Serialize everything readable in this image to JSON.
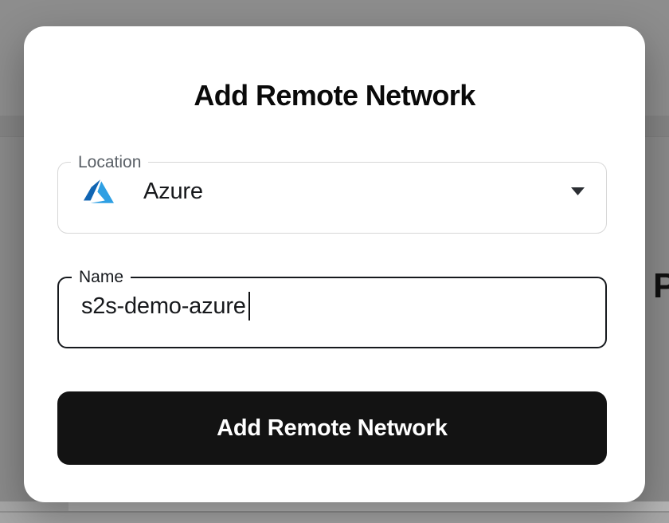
{
  "backdrop": {
    "partial_letter": "P"
  },
  "modal": {
    "title": "Add Remote Network",
    "location_field": {
      "label": "Location",
      "value": "Azure",
      "icon": "azure-icon"
    },
    "name_field": {
      "label": "Name",
      "value": "s2s-demo-azure"
    },
    "submit_label": "Add Remote Network"
  },
  "colors": {
    "button_bg": "#131313",
    "focused_border": "#16191d",
    "idle_border": "#d7d7d7",
    "azure_blue_dark": "#1065b3",
    "azure_blue_light": "#2e9fe3"
  }
}
